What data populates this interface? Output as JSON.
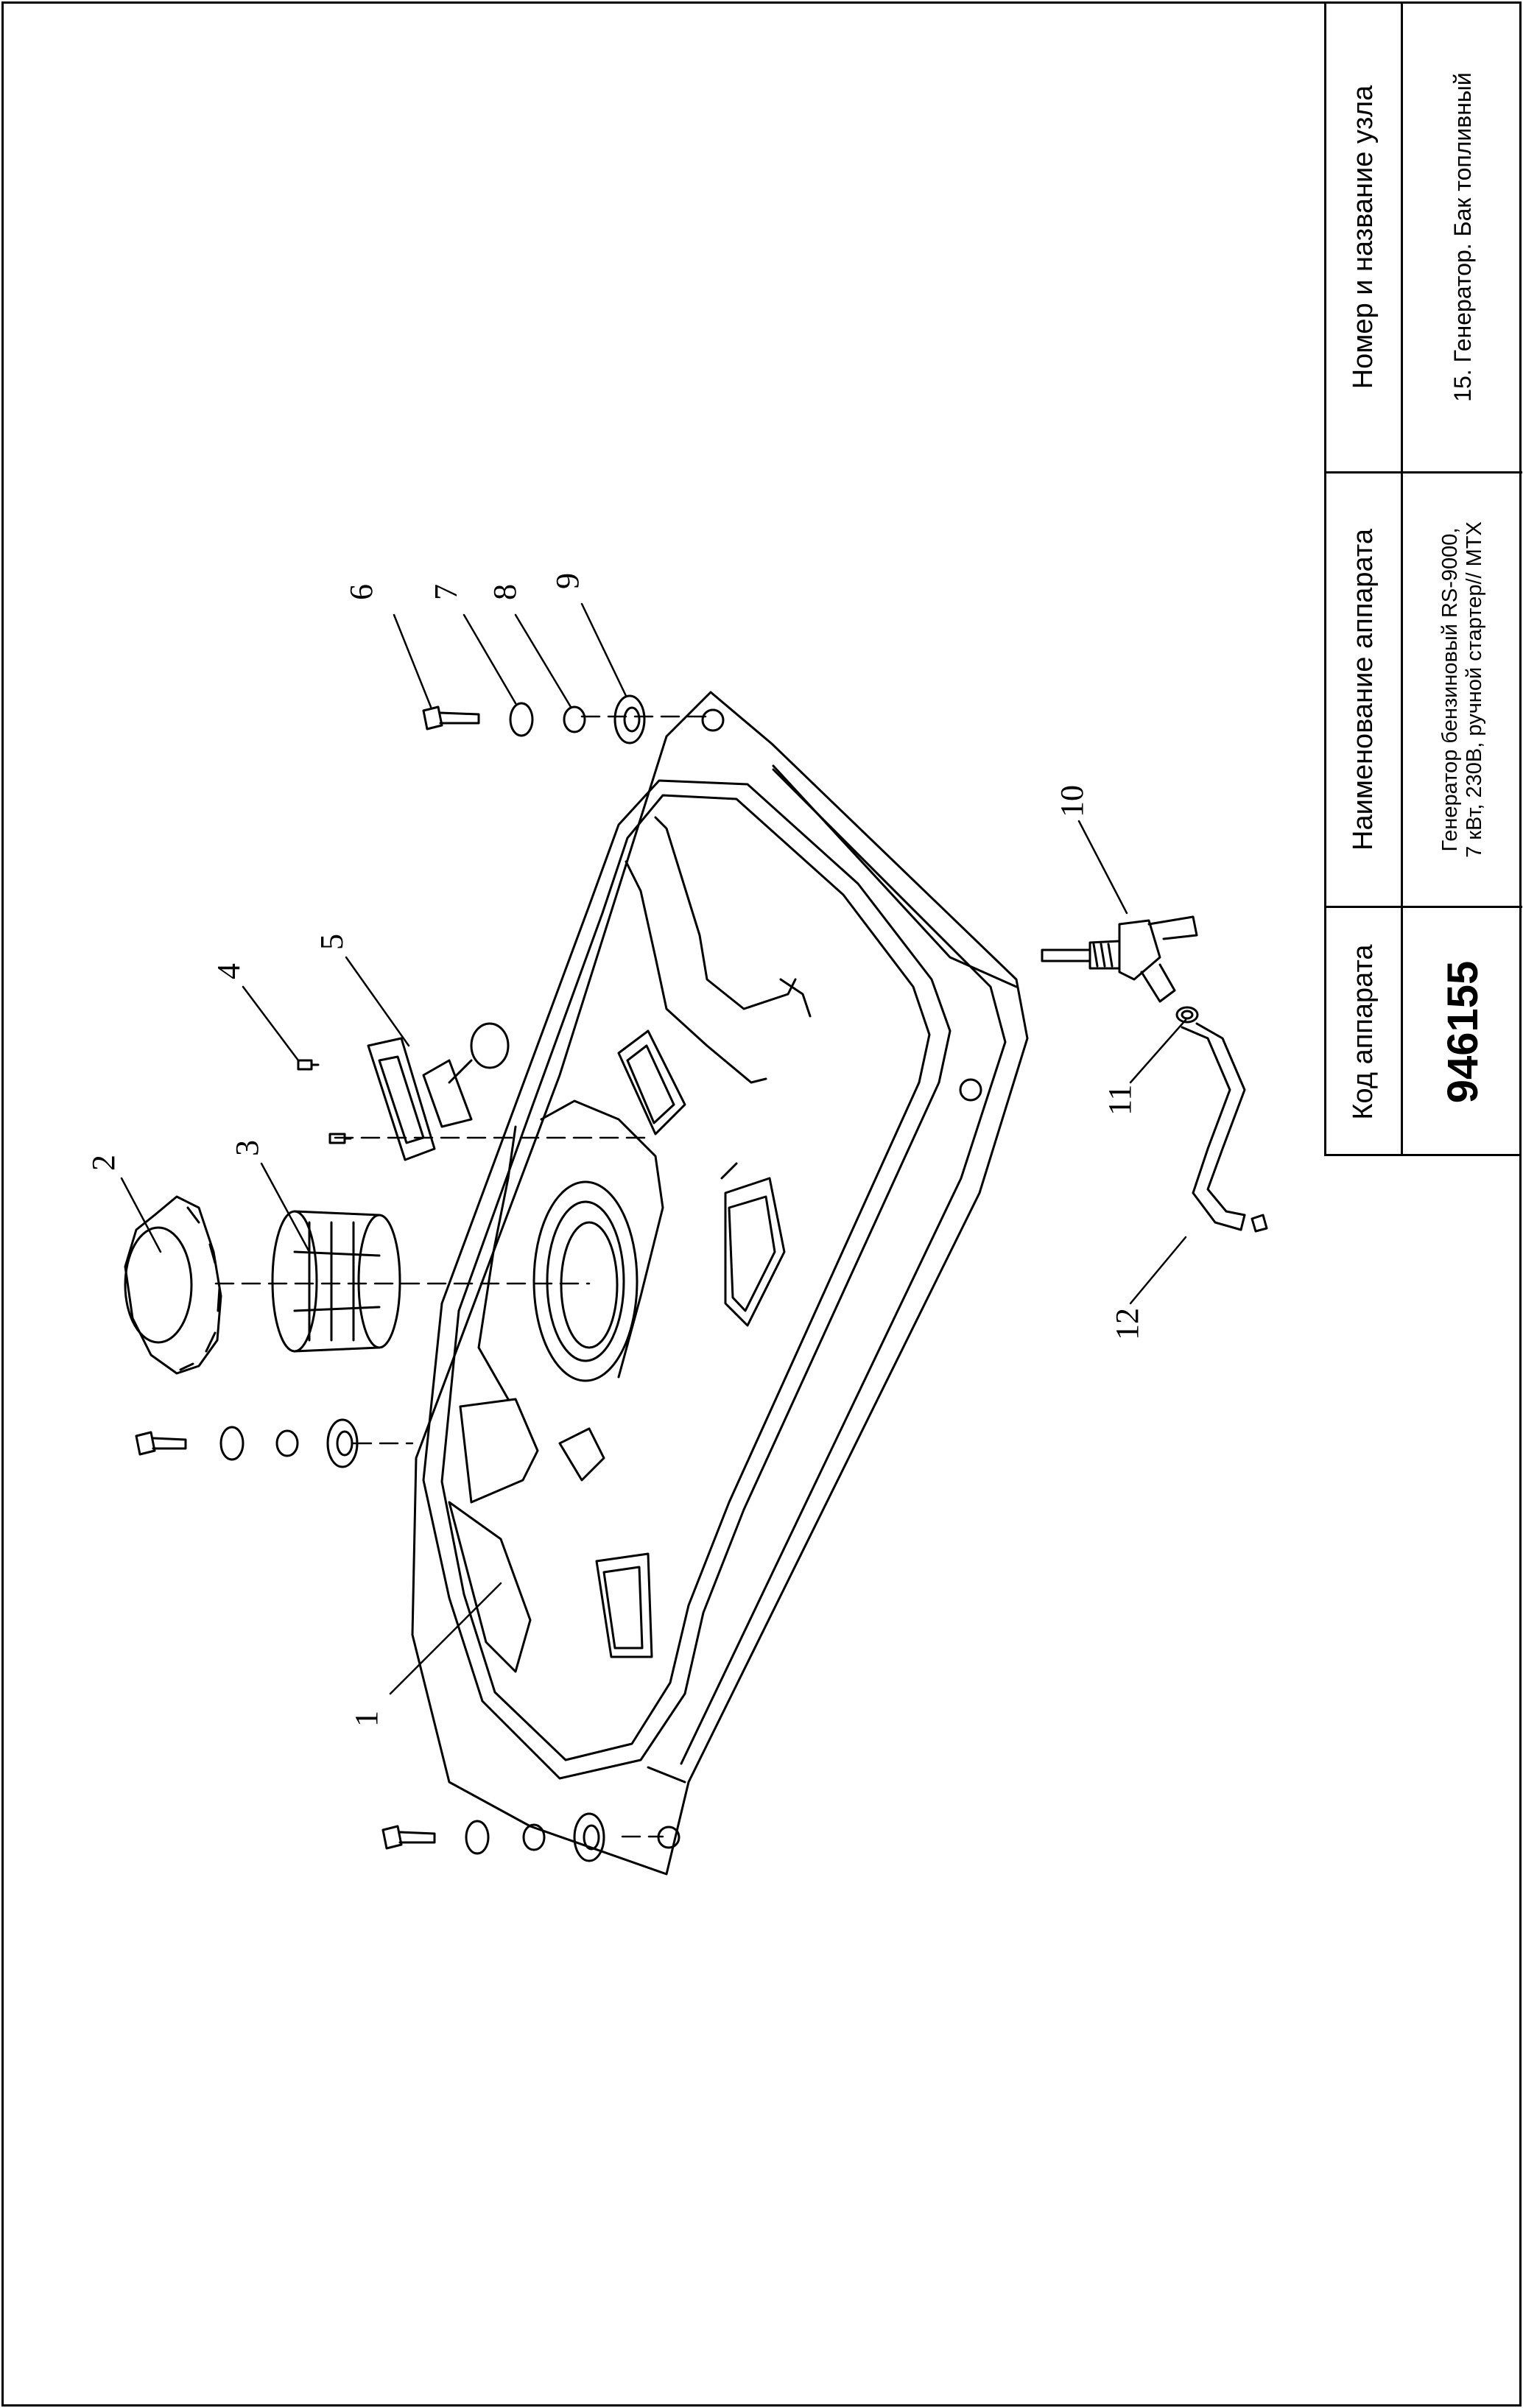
{
  "title_block": {
    "header_code": "Код аппарата",
    "header_name": "Наименование аппарата",
    "header_node": "Номер и название узла",
    "code": "946155",
    "device_name_line1": "Генератор бензиновый RS-9000,",
    "device_name_line2": "7 кВт, 230В, ручной стартер// MTX",
    "node_name": "15. Генератор. Бак топливный"
  },
  "callouts": [
    "1",
    "2",
    "3",
    "4",
    "5",
    "6",
    "7",
    "8",
    "9",
    "10",
    "11",
    "12"
  ]
}
